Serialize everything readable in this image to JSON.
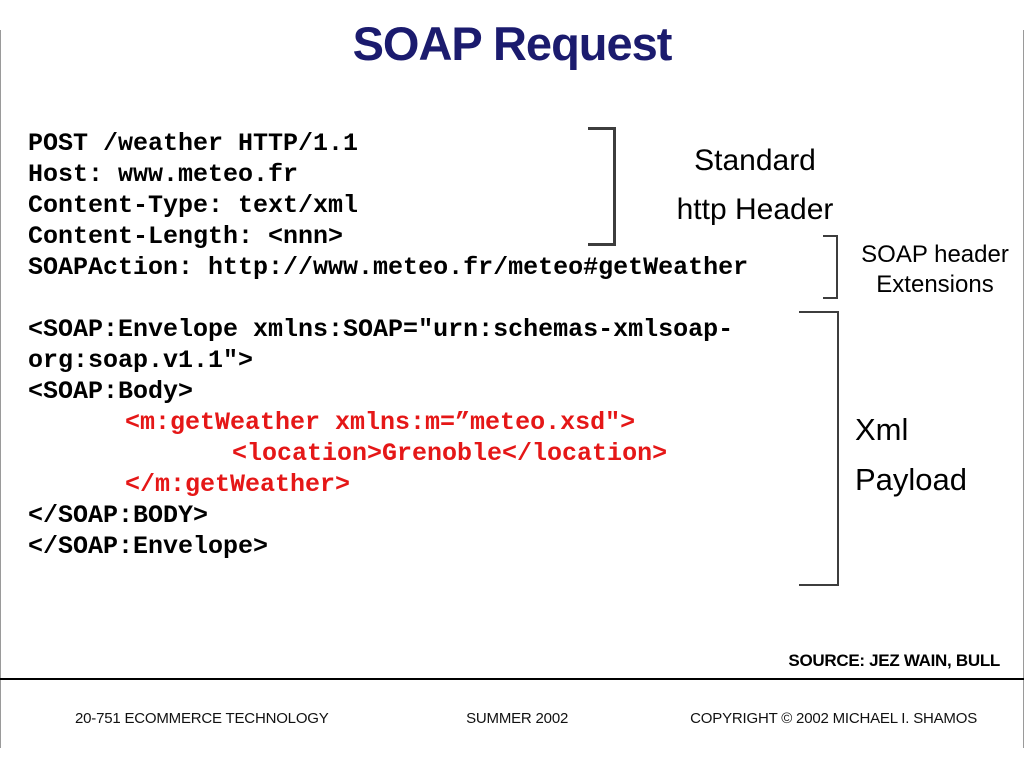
{
  "title": "SOAP Request",
  "code": {
    "lines": [
      {
        "text": "POST /weather HTTP/1.1",
        "color": "black",
        "indent": 0
      },
      {
        "text": "Host: www.meteo.fr",
        "color": "black",
        "indent": 0
      },
      {
        "text": "Content-Type: text/xml",
        "color": "black",
        "indent": 0
      },
      {
        "text": "Content-Length: <nnn>",
        "color": "black",
        "indent": 0
      },
      {
        "text": "SOAPAction: http://www.meteo.fr/meteo#getWeather",
        "color": "black",
        "indent": 0
      },
      {
        "text": "",
        "color": "black",
        "indent": 0
      },
      {
        "text": "<SOAP:Envelope xmlns:SOAP=\"urn:schemas-xmlsoap-",
        "color": "black",
        "indent": 0
      },
      {
        "text": "org:soap.v1.1\">",
        "color": "black",
        "indent": 0
      },
      {
        "text": "<SOAP:Body>",
        "color": "black",
        "indent": 0
      },
      {
        "text": "<m:getWeather xmlns:m=”meteo.xsd\">",
        "color": "red",
        "indent": 1
      },
      {
        "text": "<location>Grenoble</location>",
        "color": "red",
        "indent": 2
      },
      {
        "text": "</m:getWeather>",
        "color": "red",
        "indent": 1
      },
      {
        "text": "</SOAP:BODY>",
        "color": "black",
        "indent": 0
      },
      {
        "text": "</SOAP:Envelope>",
        "color": "black",
        "indent": 0
      }
    ]
  },
  "annotations": {
    "standard_http": {
      "line1": "Standard",
      "line2": "http Header"
    },
    "soap_extensions": {
      "line1": "SOAP header",
      "line2": "Extensions"
    },
    "xml_payload": {
      "line1": "Xml",
      "line2": "Payload"
    }
  },
  "source_credit": "SOURCE: JEZ WAIN, BULL",
  "footer": {
    "course": "20-751 ECOMMERCE TECHNOLOGY",
    "term": "SUMMER 2002",
    "copyright": "COPYRIGHT © 2002 MICHAEL I. SHAMOS"
  },
  "colors": {
    "title": "#1b1b6e",
    "code_black": "#000000",
    "code_red": "#e51717",
    "bracket": "#3d3d3d"
  }
}
